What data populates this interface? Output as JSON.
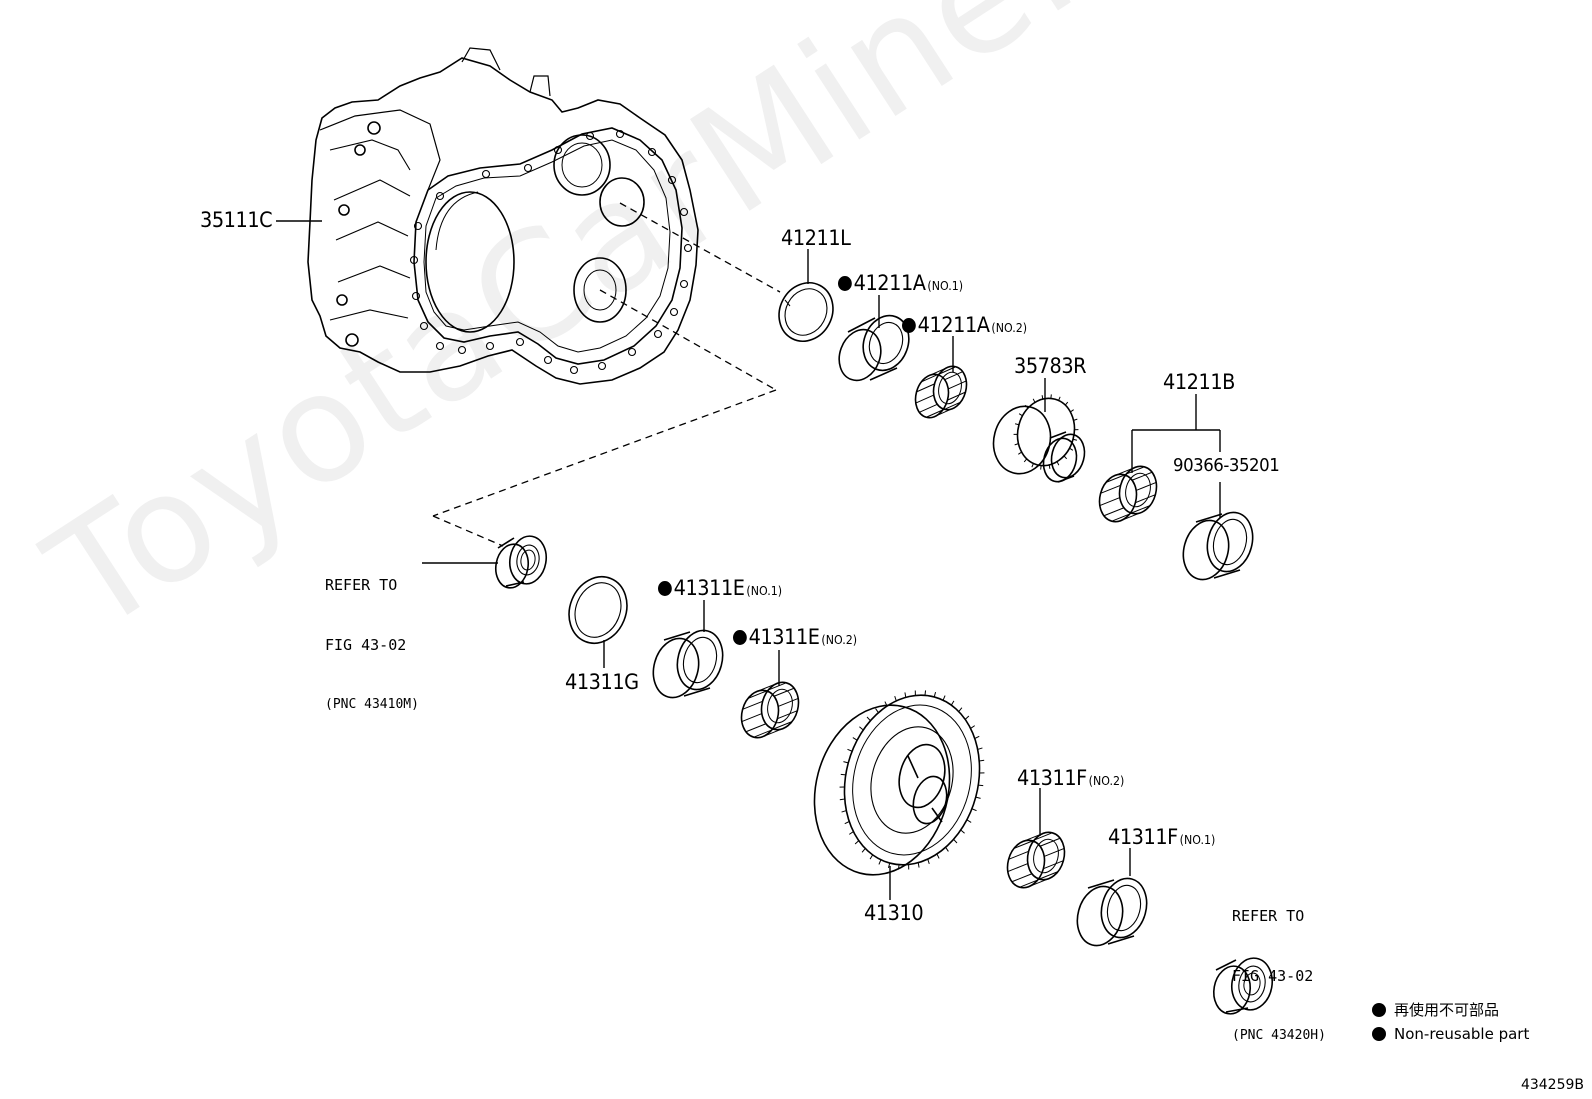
{
  "parts": {
    "p35111C": "35111C",
    "p41211L": "41211L",
    "p41211A_1": "41211A",
    "p41211A_1_note": "(NO.1)",
    "p41211A_2": "41211A",
    "p41211A_2_note": "(NO.2)",
    "p35783R": "35783R",
    "p41211B": "41211B",
    "p90366": "90366-35201",
    "p41311G": "41311G",
    "p41311E_1": "41311E",
    "p41311E_1_note": "(NO.1)",
    "p41311E_2": "41311E",
    "p41311E_2_note": "(NO.2)",
    "p41310": "41310",
    "p41311F_2": "41311F",
    "p41311F_2_note": "(NO.2)",
    "p41311F_1": "41311F",
    "p41311F_1_note": "(NO.1)"
  },
  "references": {
    "ref1_line1": "REFER TO",
    "ref1_line2": "FIG 43-02",
    "ref1_line3": "(PNC 43410M)",
    "ref2_line1": "REFER TO",
    "ref2_line2": "FIG 43-02",
    "ref2_line3": "(PNC 43420H)"
  },
  "legend": {
    "japanese": "再使用不可部品",
    "english": "Non-reusable part"
  },
  "figure_id": "434259B",
  "watermark": "ToyotaCarMine.ru"
}
